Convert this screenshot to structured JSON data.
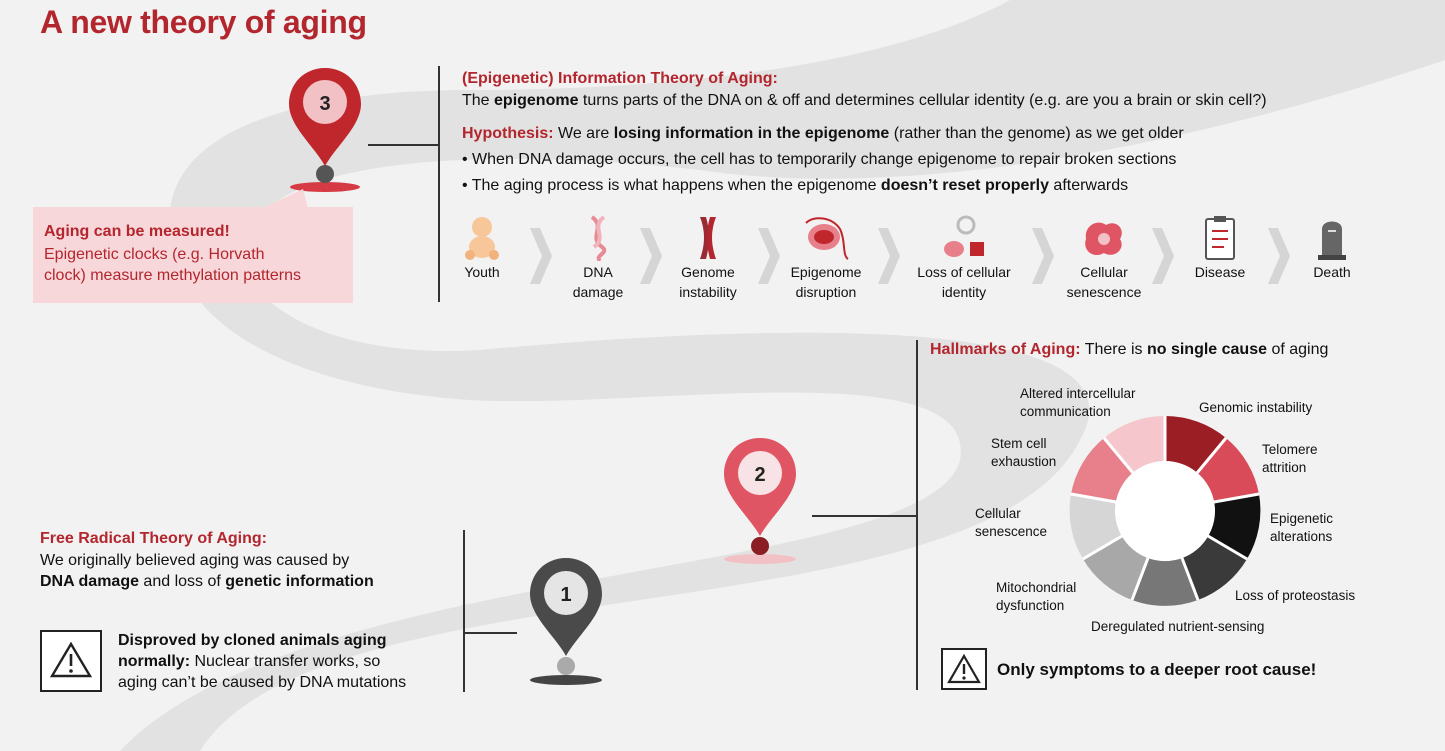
{
  "page_title": "A new theory of aging",
  "info_theory": {
    "heading": "(Epigenetic) Information Theory of Aging:",
    "line1_pre": "The ",
    "line1_bold": "epigenome",
    "line1_post": " turns parts of the DNA on & off and determines cellular identity (e.g. are you a brain or skin cell?)",
    "hyp_label": "Hypothesis:",
    "hyp_pre": " We are ",
    "hyp_bold": "losing information in the epigenome",
    "hyp_post": " (rather than the genome) as we get older",
    "bullet1": "• When DNA damage occurs, the cell has to temporarily change epigenome to repair broken sections",
    "bullet2_pre": "• The aging process is what happens when the epigenome ",
    "bullet2_bold": "doesn’t reset properly",
    "bullet2_post": " afterwards"
  },
  "measured": {
    "title": "Aging can be measured!",
    "line1": "Epigenetic clocks (e.g. Horvath",
    "line2": "clock) measure methylation patterns"
  },
  "pins": {
    "pin3": "3",
    "pin2": "2",
    "pin1": "1"
  },
  "steps": [
    {
      "line1": "Youth",
      "line2": ""
    },
    {
      "line1": "DNA",
      "line2": "damage"
    },
    {
      "line1": "Genome",
      "line2": "instability"
    },
    {
      "line1": "Epigenome",
      "line2": "disruption"
    },
    {
      "line1": "Loss of cellular",
      "line2": "identity"
    },
    {
      "line1": "Cellular",
      "line2": "senescence"
    },
    {
      "line1": "Disease",
      "line2": ""
    },
    {
      "line1": "Death",
      "line2": ""
    }
  ],
  "hallmarks": {
    "heading_label": "Hallmarks of Aging:",
    "heading_pre": " There is ",
    "heading_bold": "no single cause",
    "heading_post": " of aging",
    "items": {
      "altered_comm": [
        "Altered intercellular",
        "communication"
      ],
      "genomic": [
        "Genomic instability"
      ],
      "telomere": [
        "Telomere",
        "attrition"
      ],
      "epigenetic": [
        "Epigenetic",
        "alterations"
      ],
      "proteostasis": [
        "Loss of proteostasis"
      ],
      "nutrient": [
        "Deregulated nutrient-sensing"
      ],
      "mito": [
        "Mitochondrial",
        "dysfunction"
      ],
      "senescence": [
        "Cellular",
        "senescence"
      ],
      "stem": [
        "Stem cell",
        "exhaustion"
      ]
    },
    "note": "Only symptoms to a deeper root cause!"
  },
  "free_radical": {
    "heading": "Free Radical Theory of Aging:",
    "line1": "We originally believed aging was caused by",
    "line2_bold1": "DNA damage",
    "line2_mid": " and loss of ",
    "line2_bold2": "genetic information"
  },
  "disproved": {
    "bold1": "Disproved by cloned animals aging",
    "bold2": "normally:",
    "rest2": " Nuclear transfer works, so",
    "line3": "aging can’t be caused by DNA mutations"
  },
  "colors": {
    "accent": "#b3262e",
    "pink": "#f8d7da",
    "pin_red": "#c0272d",
    "pin_pink": "#e05563",
    "pin_gray": "#4a4a4a"
  }
}
